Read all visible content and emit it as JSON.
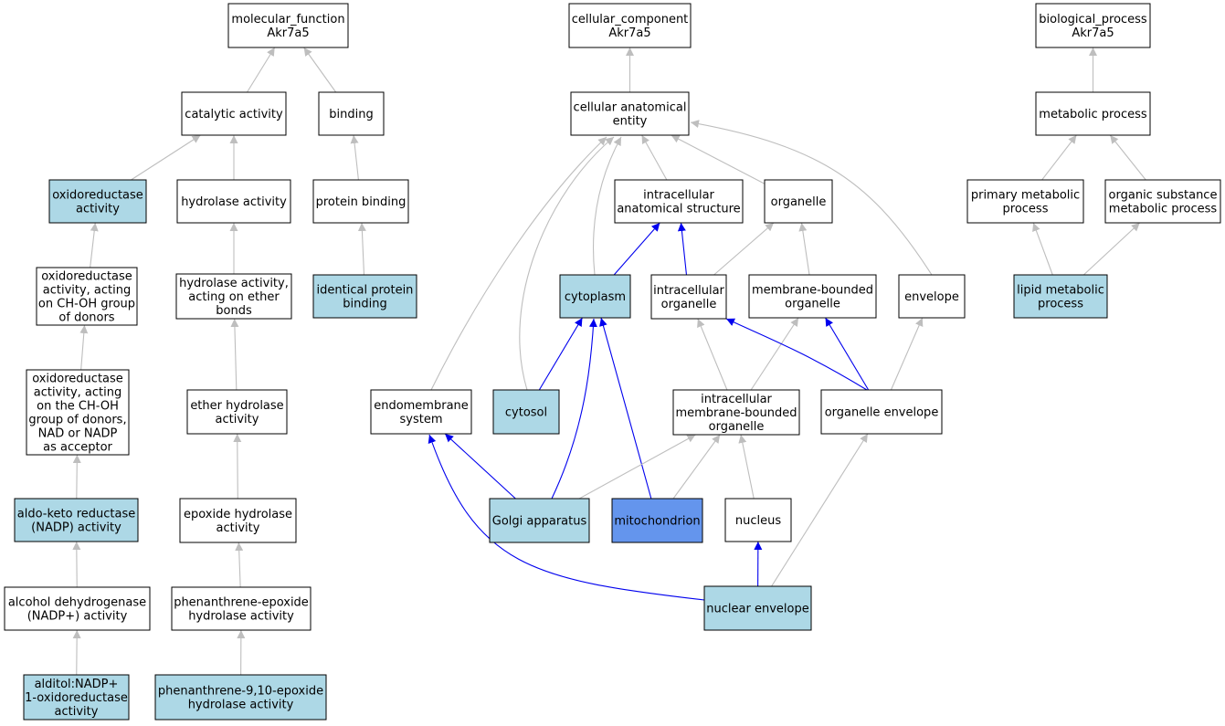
{
  "colors": {
    "default_fill": "#ffffff",
    "highlight_fill": "#add8e6",
    "focus_fill": "#6495ed",
    "is_a_edge": "#bebebe",
    "part_of_edge": "#0000ee"
  },
  "nodes": [
    {
      "id": "mf_root",
      "lines": [
        "molecular_function",
        "Akr7a5"
      ],
      "style": "default"
    },
    {
      "id": "catalytic",
      "lines": [
        "catalytic activity"
      ],
      "style": "default"
    },
    {
      "id": "binding",
      "lines": [
        "binding"
      ],
      "style": "default"
    },
    {
      "id": "oxidoreductase",
      "lines": [
        "oxidoreductase",
        "activity"
      ],
      "style": "highlight"
    },
    {
      "id": "hydrolase",
      "lines": [
        "hydrolase activity"
      ],
      "style": "default"
    },
    {
      "id": "protein_binding",
      "lines": [
        "protein binding"
      ],
      "style": "default"
    },
    {
      "id": "ox_chOH",
      "lines": [
        "oxidoreductase",
        "activity, acting",
        "on CH-OH group",
        "of donors"
      ],
      "style": "default"
    },
    {
      "id": "hyd_ether",
      "lines": [
        "hydrolase activity,",
        "acting on ether",
        "bonds"
      ],
      "style": "default"
    },
    {
      "id": "identical_protein",
      "lines": [
        "identical protein",
        "binding"
      ],
      "style": "highlight"
    },
    {
      "id": "ox_nadp",
      "lines": [
        "oxidoreductase",
        "activity, acting",
        "on the CH-OH",
        "group of donors,",
        "NAD or NADP",
        "as acceptor"
      ],
      "style": "default"
    },
    {
      "id": "ether_hyd",
      "lines": [
        "ether hydrolase",
        "activity"
      ],
      "style": "default"
    },
    {
      "id": "aldo_keto",
      "lines": [
        "aldo-keto reductase",
        "(NADP) activity"
      ],
      "style": "highlight"
    },
    {
      "id": "epoxide_hyd",
      "lines": [
        "epoxide hydrolase",
        "activity"
      ],
      "style": "default"
    },
    {
      "id": "alcohol_dh",
      "lines": [
        "alcohol dehydrogenase",
        "(NADP+) activity"
      ],
      "style": "default"
    },
    {
      "id": "phen_epox",
      "lines": [
        "phenanthrene-epoxide",
        "hydrolase activity"
      ],
      "style": "default"
    },
    {
      "id": "alditol",
      "lines": [
        "alditol:NADP+",
        "1-oxidoreductase",
        "activity"
      ],
      "style": "highlight"
    },
    {
      "id": "phen910",
      "lines": [
        "phenanthrene-9,10-epoxide",
        "hydrolase activity"
      ],
      "style": "highlight"
    },
    {
      "id": "cc_root",
      "lines": [
        "cellular_component",
        "Akr7a5"
      ],
      "style": "default"
    },
    {
      "id": "cae",
      "lines": [
        "cellular anatomical",
        "entity"
      ],
      "style": "default"
    },
    {
      "id": "ias",
      "lines": [
        "intracellular",
        "anatomical structure"
      ],
      "style": "default"
    },
    {
      "id": "organelle",
      "lines": [
        "organelle"
      ],
      "style": "default"
    },
    {
      "id": "cytoplasm",
      "lines": [
        "cytoplasm"
      ],
      "style": "highlight"
    },
    {
      "id": "intra_org",
      "lines": [
        "intracellular",
        "organelle"
      ],
      "style": "default"
    },
    {
      "id": "mb_org",
      "lines": [
        "membrane-bounded",
        "organelle"
      ],
      "style": "default"
    },
    {
      "id": "envelope",
      "lines": [
        "envelope"
      ],
      "style": "default"
    },
    {
      "id": "endomembrane",
      "lines": [
        "endomembrane",
        "system"
      ],
      "style": "default"
    },
    {
      "id": "cytosol",
      "lines": [
        "cytosol"
      ],
      "style": "highlight"
    },
    {
      "id": "imbo",
      "lines": [
        "intracellular",
        "membrane-bounded",
        "organelle"
      ],
      "style": "default"
    },
    {
      "id": "org_env",
      "lines": [
        "organelle envelope"
      ],
      "style": "default"
    },
    {
      "id": "golgi",
      "lines": [
        "Golgi apparatus"
      ],
      "style": "highlight"
    },
    {
      "id": "mito",
      "lines": [
        "mitochondrion"
      ],
      "style": "focus"
    },
    {
      "id": "nucleus",
      "lines": [
        "nucleus"
      ],
      "style": "default"
    },
    {
      "id": "nuc_env",
      "lines": [
        "nuclear envelope"
      ],
      "style": "highlight"
    },
    {
      "id": "bp_root",
      "lines": [
        "biological_process",
        "Akr7a5"
      ],
      "style": "default"
    },
    {
      "id": "metabolic",
      "lines": [
        "metabolic process"
      ],
      "style": "default"
    },
    {
      "id": "primary_met",
      "lines": [
        "primary metabolic",
        "process"
      ],
      "style": "default"
    },
    {
      "id": "organic_met",
      "lines": [
        "organic substance",
        "metabolic process"
      ],
      "style": "default"
    },
    {
      "id": "lipid_met",
      "lines": [
        "lipid metabolic",
        "process"
      ],
      "style": "highlight"
    }
  ],
  "edges": [
    {
      "from": "catalytic",
      "to": "mf_root",
      "type": "is_a"
    },
    {
      "from": "binding",
      "to": "mf_root",
      "type": "is_a"
    },
    {
      "from": "oxidoreductase",
      "to": "catalytic",
      "type": "is_a"
    },
    {
      "from": "hydrolase",
      "to": "catalytic",
      "type": "is_a"
    },
    {
      "from": "protein_binding",
      "to": "binding",
      "type": "is_a"
    },
    {
      "from": "ox_chOH",
      "to": "oxidoreductase",
      "type": "is_a"
    },
    {
      "from": "hyd_ether",
      "to": "hydrolase",
      "type": "is_a"
    },
    {
      "from": "identical_protein",
      "to": "protein_binding",
      "type": "is_a"
    },
    {
      "from": "ox_nadp",
      "to": "ox_chOH",
      "type": "is_a"
    },
    {
      "from": "ether_hyd",
      "to": "hyd_ether",
      "type": "is_a"
    },
    {
      "from": "aldo_keto",
      "to": "ox_nadp",
      "type": "is_a"
    },
    {
      "from": "epoxide_hyd",
      "to": "ether_hyd",
      "type": "is_a"
    },
    {
      "from": "alcohol_dh",
      "to": "aldo_keto",
      "type": "is_a"
    },
    {
      "from": "phen_epox",
      "to": "epoxide_hyd",
      "type": "is_a"
    },
    {
      "from": "alditol",
      "to": "alcohol_dh",
      "type": "is_a"
    },
    {
      "from": "phen910",
      "to": "phen_epox",
      "type": "is_a"
    },
    {
      "from": "cae",
      "to": "cc_root",
      "type": "is_a"
    },
    {
      "from": "ias",
      "to": "cae",
      "type": "is_a"
    },
    {
      "from": "organelle",
      "to": "cae",
      "type": "is_a"
    },
    {
      "from": "envelope",
      "to": "cae",
      "type": "is_a"
    },
    {
      "from": "cytoplasm",
      "to": "cae",
      "type": "is_a"
    },
    {
      "from": "cytosol",
      "to": "cae",
      "type": "is_a"
    },
    {
      "from": "endomembrane",
      "to": "cae",
      "type": "is_a"
    },
    {
      "from": "cytoplasm",
      "to": "ias",
      "type": "part_of"
    },
    {
      "from": "intra_org",
      "to": "ias",
      "type": "part_of"
    },
    {
      "from": "intra_org",
      "to": "organelle",
      "type": "is_a"
    },
    {
      "from": "mb_org",
      "to": "organelle",
      "type": "is_a"
    },
    {
      "from": "cytosol",
      "to": "cytoplasm",
      "type": "part_of"
    },
    {
      "from": "golgi",
      "to": "cytoplasm",
      "type": "part_of"
    },
    {
      "from": "mito",
      "to": "cytoplasm",
      "type": "part_of"
    },
    {
      "from": "imbo",
      "to": "intra_org",
      "type": "is_a"
    },
    {
      "from": "imbo",
      "to": "mb_org",
      "type": "is_a"
    },
    {
      "from": "org_env",
      "to": "intra_org",
      "type": "part_of"
    },
    {
      "from": "org_env",
      "to": "mb_org",
      "type": "part_of"
    },
    {
      "from": "org_env",
      "to": "envelope",
      "type": "is_a"
    },
    {
      "from": "golgi",
      "to": "endomembrane",
      "type": "part_of"
    },
    {
      "from": "golgi",
      "to": "imbo",
      "type": "is_a"
    },
    {
      "from": "mito",
      "to": "imbo",
      "type": "is_a"
    },
    {
      "from": "nucleus",
      "to": "imbo",
      "type": "is_a"
    },
    {
      "from": "nuc_env",
      "to": "nucleus",
      "type": "part_of"
    },
    {
      "from": "nuc_env",
      "to": "org_env",
      "type": "is_a"
    },
    {
      "from": "nuc_env",
      "to": "endomembrane",
      "type": "part_of"
    },
    {
      "from": "metabolic",
      "to": "bp_root",
      "type": "is_a"
    },
    {
      "from": "primary_met",
      "to": "metabolic",
      "type": "is_a"
    },
    {
      "from": "organic_met",
      "to": "metabolic",
      "type": "is_a"
    },
    {
      "from": "lipid_met",
      "to": "primary_met",
      "type": "is_a"
    },
    {
      "from": "lipid_met",
      "to": "organic_met",
      "type": "is_a"
    }
  ]
}
